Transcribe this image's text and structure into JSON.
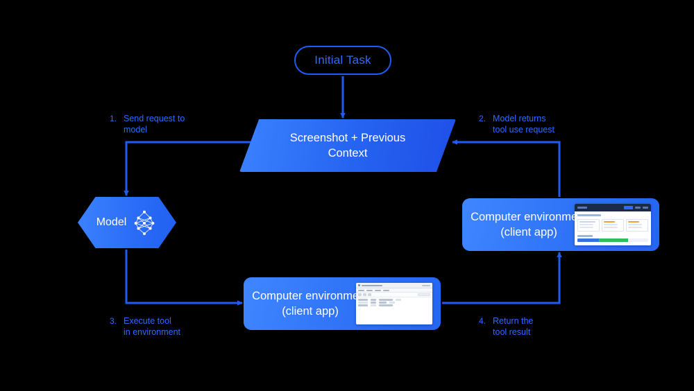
{
  "diagram": {
    "title_pill": {
      "label": "Initial Task"
    },
    "nodes": {
      "context": {
        "line1": "Screenshot + Previous",
        "line2": "Context"
      },
      "model": {
        "label": "Model",
        "icon": "neural-network-icon"
      },
      "env_right": {
        "line1": "Computer environment",
        "line2": "(client app)",
        "thumbnail": "web-app-screenshot"
      },
      "env_bottom": {
        "line1": "Computer environment",
        "line2": "(client app)",
        "thumbnail": "desktop-app-screenshot"
      }
    },
    "steps": [
      {
        "num": "1.",
        "line1": "Send request to",
        "line2": "model"
      },
      {
        "num": "2.",
        "line1": "Model returns",
        "line2": "tool use request"
      },
      {
        "num": "3.",
        "line1": "Execute tool",
        "line2": "in environment"
      },
      {
        "num": "4.",
        "line1": "Return the",
        "line2": "tool result"
      }
    ],
    "colors": {
      "background": "#000000",
      "accent_blue": "#2f6bff",
      "node_blue": "#3b82ff",
      "wire_blue": "#1f5cf5",
      "text_white": "#ffffff"
    }
  }
}
